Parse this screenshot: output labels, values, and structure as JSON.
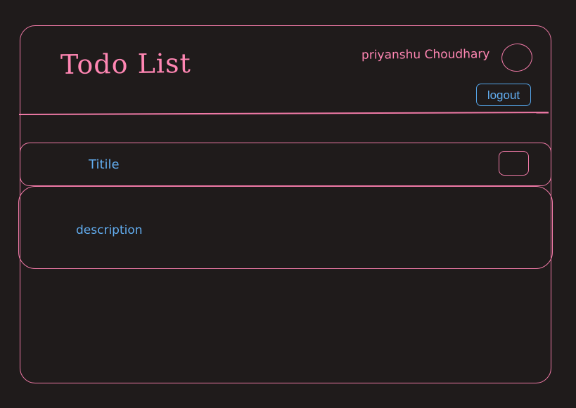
{
  "header": {
    "app_title": "Todo List",
    "user_name": "priyanshu Choudhary",
    "logout_label": "logout"
  },
  "todo": {
    "title": "Titile",
    "description": "description"
  },
  "colors": {
    "background": "#1f1b1b",
    "accent_pink": "#f07aa7",
    "accent_blue": "#62adf0"
  },
  "icons": {
    "avatar": "user-avatar-icon",
    "checkbox": "checkbox-icon"
  }
}
